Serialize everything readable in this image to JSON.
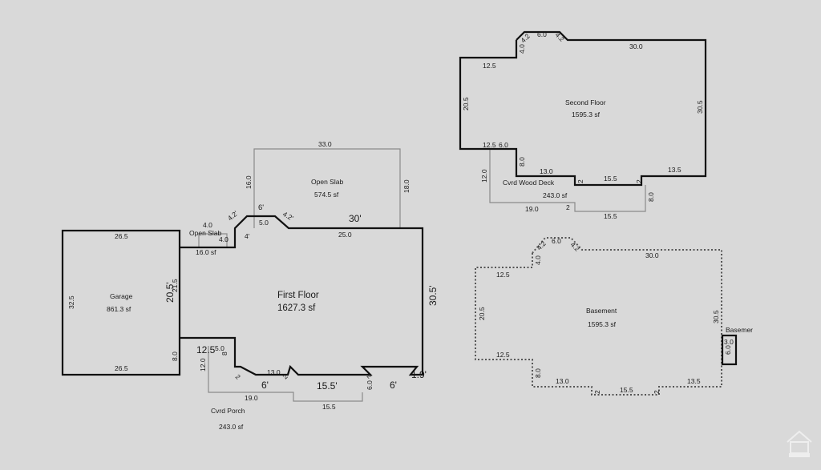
{
  "first_floor": {
    "name": "First Floor",
    "area": "1627.3 sf",
    "dims": {
      "top_right": "30'",
      "top_ledge": "25.0",
      "right": "30.5'",
      "left_upper": "20.5'",
      "left_lower": "12.5",
      "bump_a": "6'",
      "bump_b": "4.2'",
      "bump_c": "4.2'",
      "bump_d": "4'",
      "bottom_a": "6'",
      "bottom_b": "15.5'",
      "bottom_c": "6'",
      "bottom_d": "1.9'",
      "small_a": "2",
      "small_b": "2",
      "small_c": "8",
      "small_d": "5.0"
    }
  },
  "garage": {
    "name": "Garage",
    "area": "861.3 sf",
    "top": "26.5",
    "bottom": "26.5",
    "left": "32.5",
    "right": "21.5",
    "right_lower": "8.0"
  },
  "open_slab_small": {
    "name": "Open Slab",
    "area": "16.0 sf",
    "top": "4.0",
    "side": "4.0"
  },
  "open_slab": {
    "name": "Open Slab",
    "area": "574.5 sf",
    "top": "33.0",
    "right": "18.0",
    "left": "16.0",
    "bottom": "5.0"
  },
  "covered_porch": {
    "name": "Cvrd Porch",
    "area": "243.0 sf",
    "left": "12.0",
    "bottom": "19.0",
    "bottom_right": "15.5",
    "inner": "13.0",
    "right_a": "6.0",
    "right_b": "2"
  },
  "second_floor": {
    "name": "Second Floor",
    "area": "1595.3 sf",
    "dims": {
      "top": "30.0",
      "bay_top": "6.0",
      "bay_l": "4.2",
      "bay_r": "4.2",
      "bay_side": "4.0",
      "left_top": "12.5",
      "left": "20.5",
      "right": "30.5",
      "step_a": "12.5",
      "step_b": "6.0",
      "step_c": "8.0",
      "bottom_a": "13.0",
      "bottom_b": "2",
      "bottom_c": "15.5",
      "bottom_d": "2",
      "bottom_e": "13.5"
    }
  },
  "wood_deck": {
    "name": "Cvrd Wood Deck",
    "area": "243.0 sf",
    "left": "12.0",
    "bottom": "19.0",
    "small": "2",
    "bottom_right": "15.5",
    "right": "8.0"
  },
  "basement": {
    "name": "Basement",
    "area": "1595.3 sf",
    "dims": {
      "top": "30.0",
      "bay_top": "6.0",
      "bay_l": "4.2",
      "bay_r": "4.2",
      "bay_side": "4.0",
      "left_top": "12.5",
      "left": "20.5",
      "left_lower": "12.5",
      "right": "30.5",
      "step": "8.0",
      "bottom_a": "13.0",
      "bottom_b": "2",
      "bottom_c": "15.5",
      "bottom_d": "2",
      "bottom_e": "13.5"
    }
  },
  "basement_small": {
    "name": "Basemer",
    "w": "3.0",
    "h": "6.0"
  }
}
